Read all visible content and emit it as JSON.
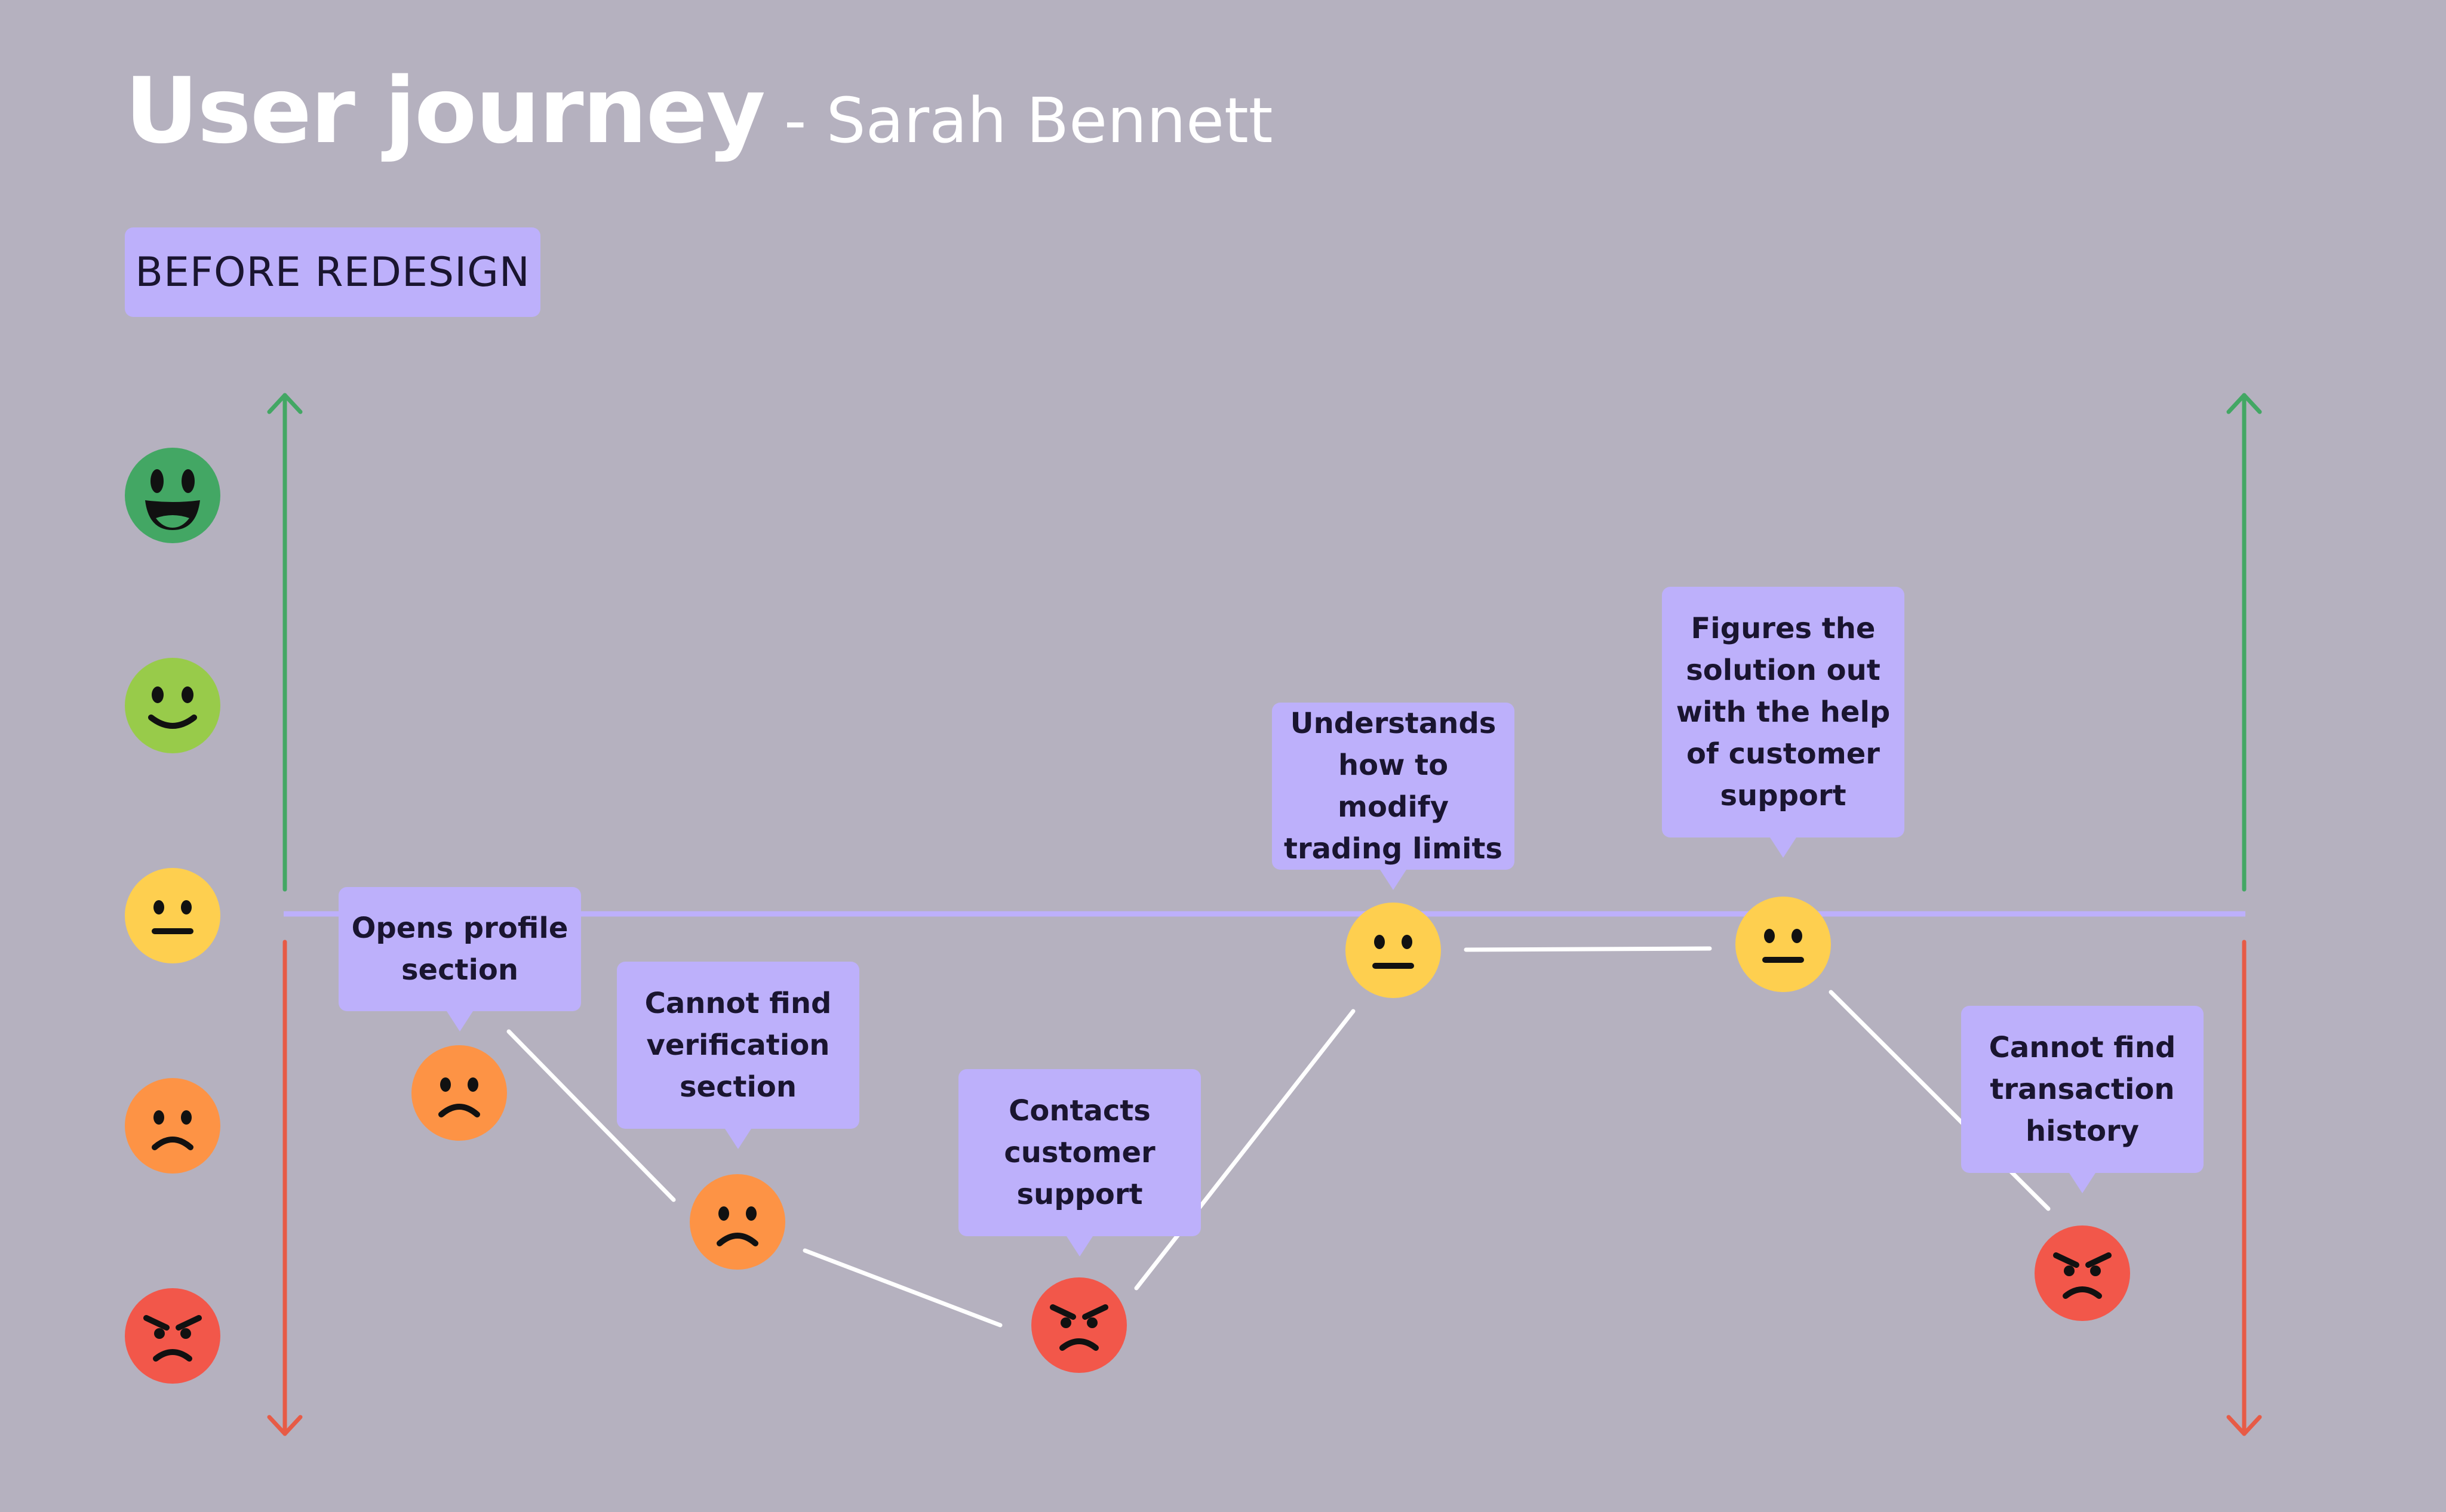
{
  "title": {
    "main": "User journey",
    "sub": " - Sarah Bennett"
  },
  "badge": {
    "label": "BEFORE REDESIGN"
  },
  "scale": {
    "levels": [
      {
        "mood": "very-happy",
        "icon": "very-happy-face-icon",
        "color": "#43a764"
      },
      {
        "mood": "happy",
        "icon": "happy-face-icon",
        "color": "#98cb4a"
      },
      {
        "mood": "neutral",
        "icon": "neutral-face-icon",
        "color": "#fecf4f"
      },
      {
        "mood": "sad",
        "icon": "sad-face-icon",
        "color": "#fd9345"
      },
      {
        "mood": "angry",
        "icon": "angry-face-icon",
        "color": "#f2574a"
      }
    ],
    "positive_color": "#43a764",
    "negative_color": "#e75b46",
    "baseline_color": "#bdb0fb"
  },
  "steps": [
    {
      "label": "Opens profile section",
      "mood": "sad"
    },
    {
      "label": "Cannot find verification section",
      "mood": "sad"
    },
    {
      "label": "Contacts customer support",
      "mood": "angry"
    },
    {
      "label": "Understands how to modify trading limits",
      "mood": "neutral"
    },
    {
      "label": "Figures the solution out with the help of customer support",
      "mood": "neutral"
    },
    {
      "label": "Cannot find transaction history",
      "mood": "angry"
    }
  ],
  "colors": {
    "background": "#b5b1bf",
    "bubble": "#bdb0fb",
    "connector": "#ffffff"
  }
}
